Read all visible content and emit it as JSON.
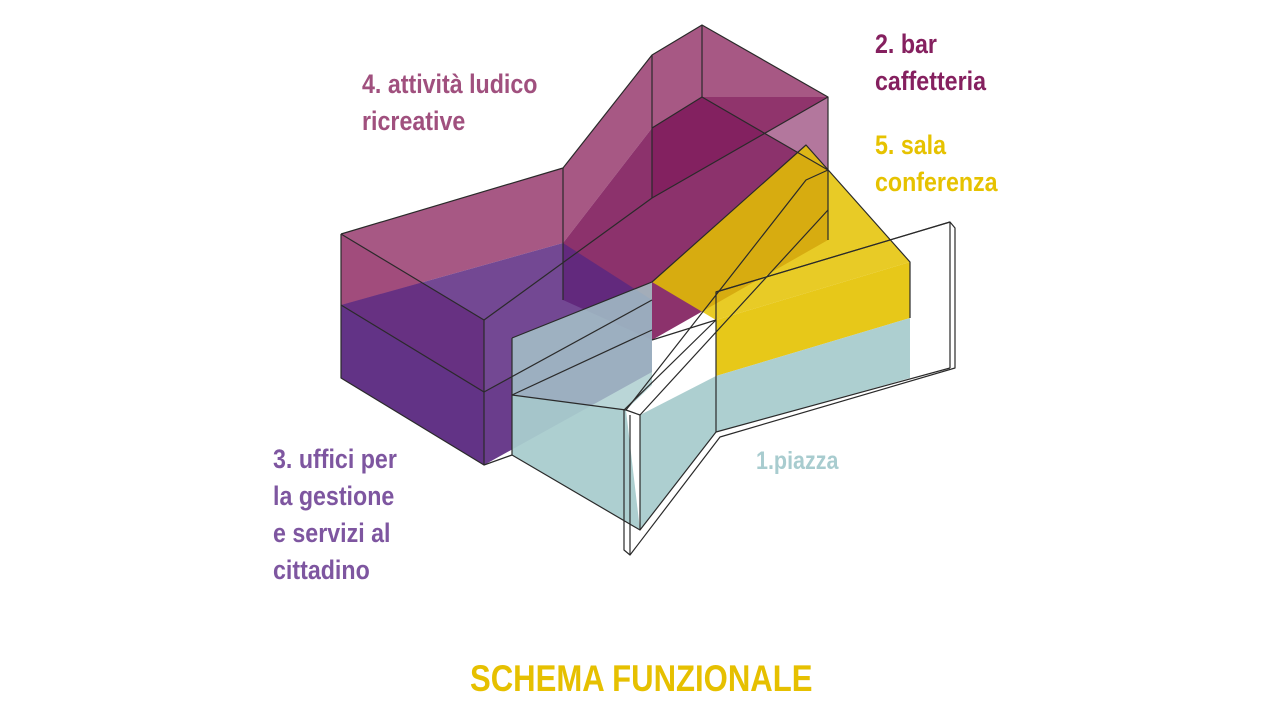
{
  "labels": {
    "ludico": {
      "lines": [
        "4. attività ludico",
        "ricreative"
      ],
      "color": "#a0507e"
    },
    "bar": {
      "lines": [
        "2. bar",
        "caffetteria"
      ],
      "color": "#85205f"
    },
    "sala": {
      "lines": [
        "5. sala",
        "conferenza"
      ],
      "color": "#e6c200"
    },
    "uffici": {
      "lines": [
        "3. uffici per",
        "la gestione",
        "e servizi al",
        "cittadino"
      ],
      "color": "#7e56a0"
    },
    "piazza": {
      "lines": [
        "1.piazza"
      ],
      "color": "#a8cccf"
    }
  },
  "title": {
    "text": "SCHEMA FUNZIONALE",
    "color": "#e6c000"
  },
  "colors": {
    "ludico_fill": "#a04a7a",
    "bar_fill": "#801c5c",
    "uffici_fill": "#5a2880",
    "sala_fill": "#e4c200",
    "piazza_fill": "#a9cccd",
    "edge": "#2a2a2a"
  }
}
